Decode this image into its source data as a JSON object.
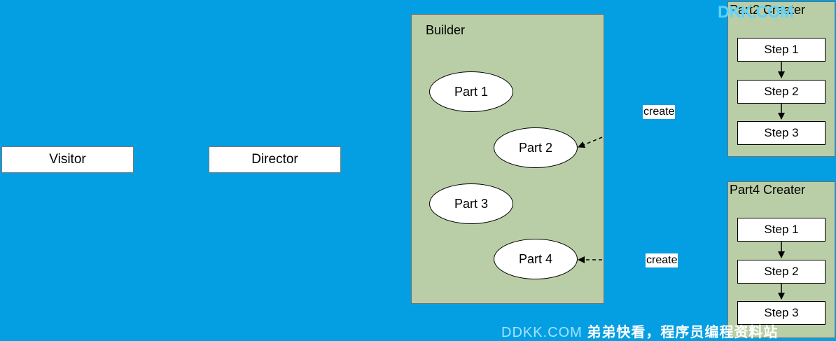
{
  "nodes": {
    "visitor": "Visitor",
    "director": "Director",
    "builder": {
      "title": "Builder",
      "parts": [
        "Part 1",
        "Part 2",
        "Part 3",
        "Part 4"
      ]
    },
    "part2_creater": {
      "title": "Part2 Creater",
      "steps": [
        "Step 1",
        "Step 2",
        "Step 3"
      ]
    },
    "part4_creater": {
      "title": "Part4 Creater",
      "steps": [
        "Step 1",
        "Step 2",
        "Step 3"
      ]
    }
  },
  "edges": {
    "create_label_1": "create",
    "create_label_2": "create"
  },
  "watermarks": {
    "top": "DKK.COM",
    "bottom_left": "DDKK.COM",
    "bottom_right": "弟弟快看，程序员编程资料站"
  },
  "colors": {
    "background": "#049fe3",
    "container_fill": "#b9cea6",
    "node_fill": "#ffffff"
  }
}
